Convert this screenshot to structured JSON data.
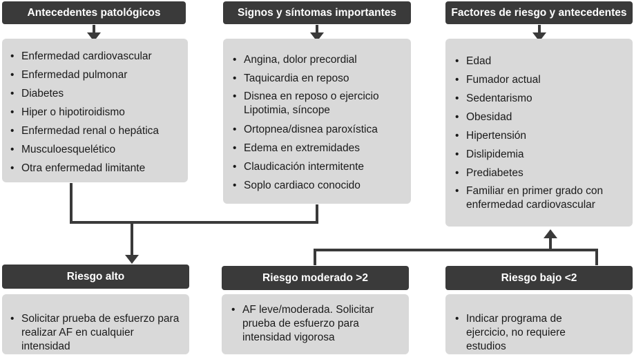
{
  "columns": [
    {
      "header": "Antecedentes patológicos",
      "items": [
        "Enfermedad cardiovascular",
        "Enfermedad pulmonar",
        "Diabetes",
        "Hiper o hipotiroidismo",
        "Enfermedad renal o hepática",
        "Musculoesquelético",
        "Otra enfermedad limitante"
      ]
    },
    {
      "header": "Signos y síntomas importantes",
      "items": [
        "Angina, dolor precordial",
        "Taquicardia en reposo",
        "Disnea en reposo o ejercicio Lipotimia, síncope",
        "Ortopnea/disnea paroxística",
        "Edema en extremidades",
        "Claudicación intermitente",
        "Soplo cardiaco conocido"
      ]
    },
    {
      "header": "Factores de riesgo y antecedentes",
      "items": [
        "Edad",
        "Fumador actual",
        "Sedentarismo",
        "Obesidad",
        "Hipertensión",
        "Dislipidemia",
        "Prediabetes",
        "Familiar en primer grado con enfermedad cardiovascular"
      ]
    }
  ],
  "risk_levels": [
    {
      "header": "Riesgo alto",
      "items": [
        "Solicitar prueba de esfuerzo para realizar AF en cualquier intensidad"
      ]
    },
    {
      "header": "Riesgo moderado >2",
      "items": [
        "AF leve/moderada. Solicitar prueba de esfuerzo para intensidad vigorosa"
      ]
    },
    {
      "header": "Riesgo bajo <2",
      "items": [
        "Indicar programa de ejercicio, no requiere estudios"
      ]
    }
  ],
  "colors": {
    "header_bg": "#3a3a3a",
    "box_bg": "#d9d9d9",
    "connector": "#3a3a3a"
  }
}
